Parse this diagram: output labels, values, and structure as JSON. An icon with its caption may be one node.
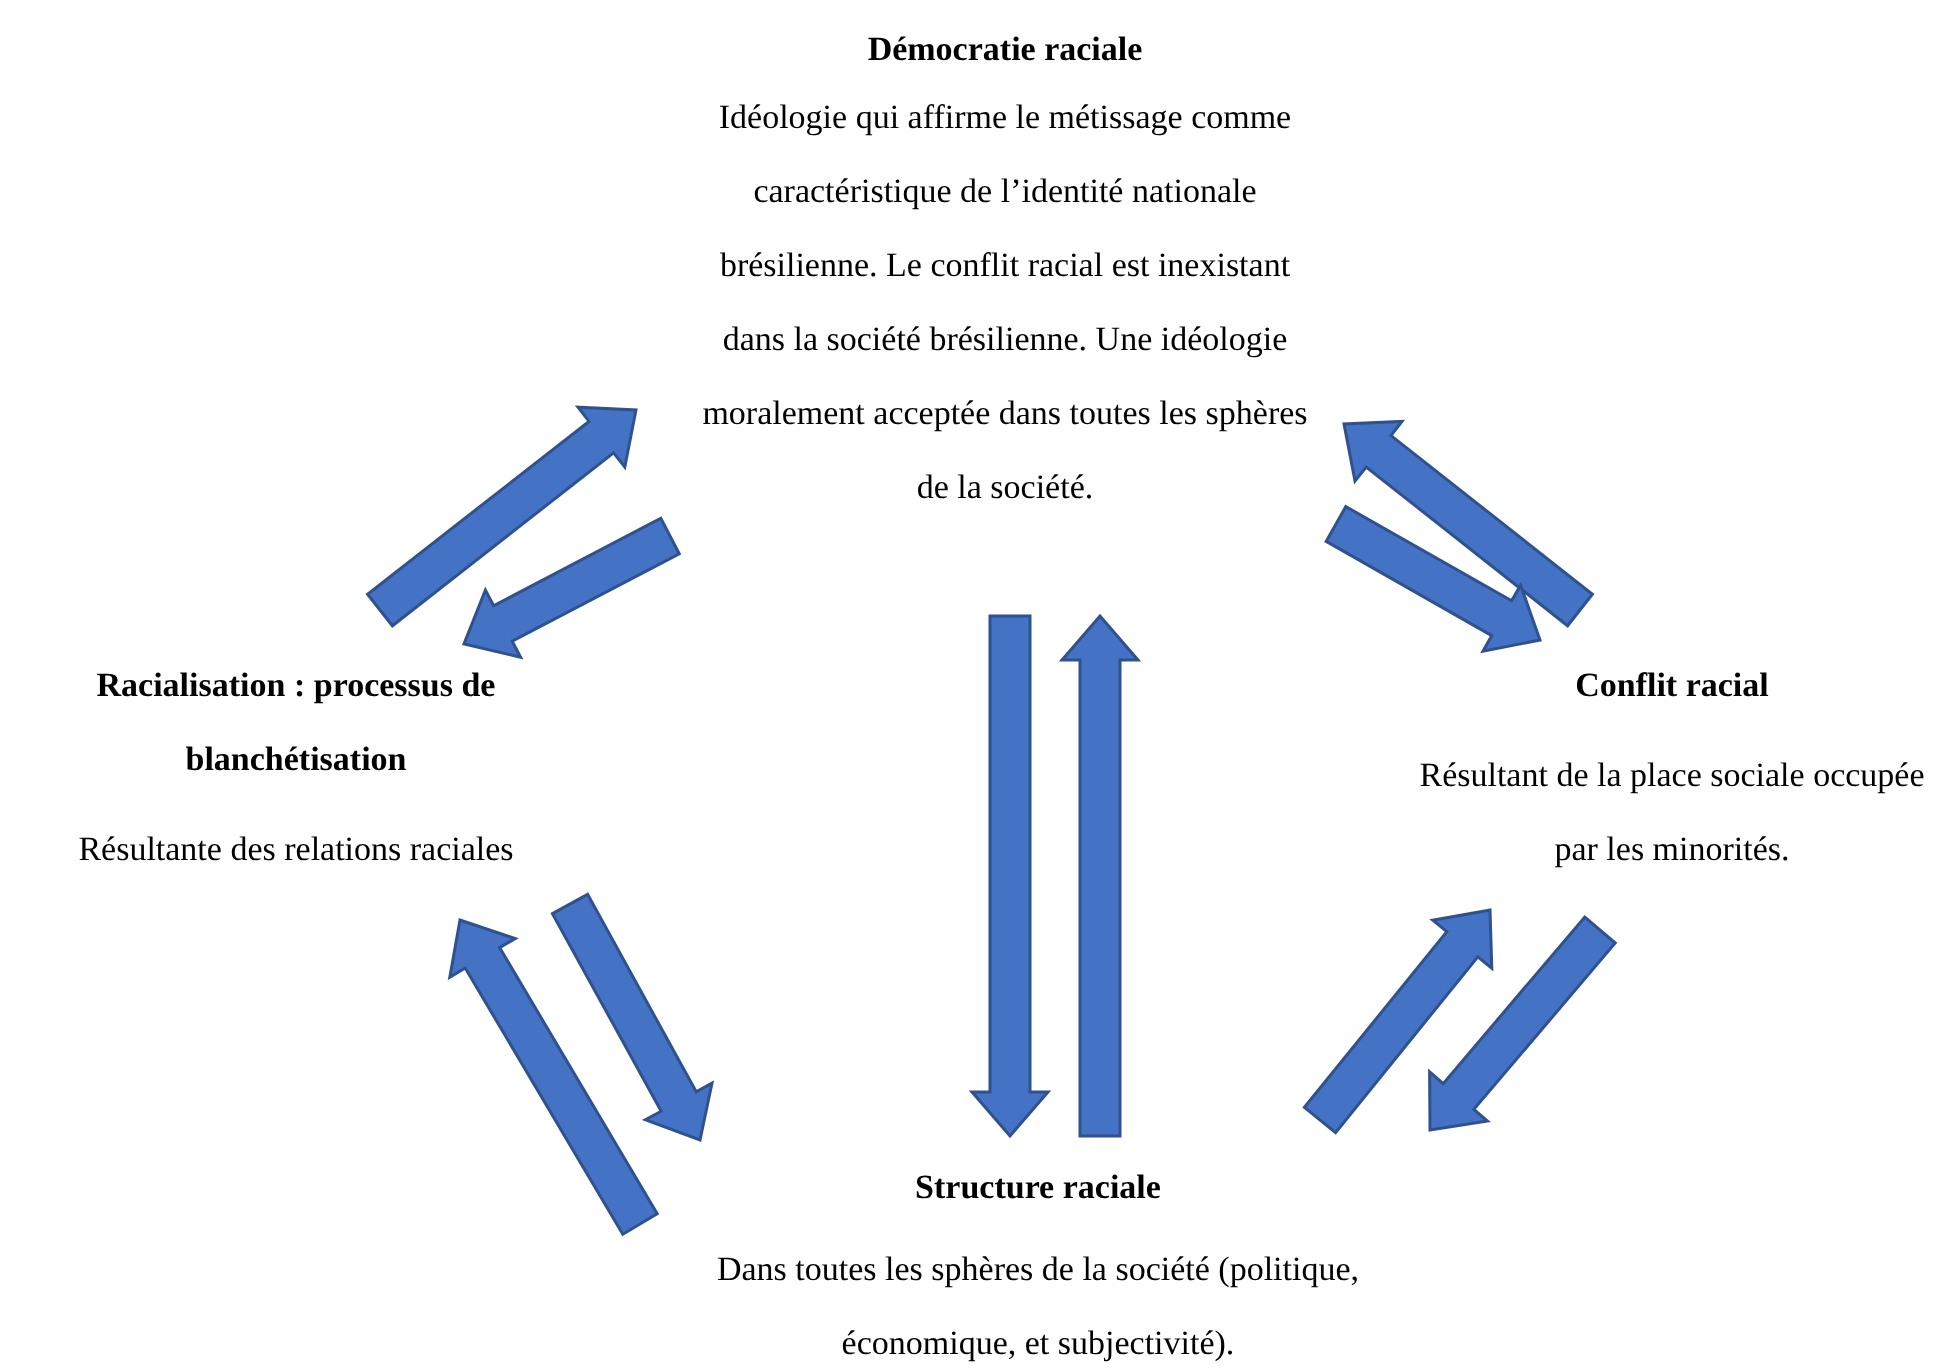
{
  "diagram": {
    "nodes": [
      {
        "text": [
          "Démocratie raciale",
          "Idéologie qui affirme le métissage comme caractéristique de l’identité nationale brésilienne. Le conflit racial est inexistant dans la société brésilienne. Une idéologie moralement acceptée dans toutes les sphères de la société."
        ]
      },
      {
        "text": [
          "Racialisation : processus de blanchétisation",
          "Résultante des relations raciales"
        ]
      },
      {
        "text": [
          "Conflit racial",
          "Résultant de la place sociale occupée par les minorités."
        ]
      },
      {
        "text": [
          "Structure raciale",
          "Dans toutes les sphères de la société (politique, économique, et subjectivité)."
        ]
      }
    ],
    "edges": [
      {
        "from": 1,
        "to": 0,
        "arrow": "to"
      },
      {
        "from": 0,
        "to": 1,
        "arrow": "to"
      },
      {
        "from": 2,
        "to": 0,
        "arrow": "to"
      },
      {
        "from": 0,
        "to": 2,
        "arrow": "to"
      },
      {
        "from": 0,
        "to": 3,
        "arrow": "to"
      },
      {
        "from": 3,
        "to": 0,
        "arrow": "to"
      },
      {
        "from": 1,
        "to": 3,
        "arrow": "to"
      },
      {
        "from": 3,
        "to": 1,
        "arrow": "to"
      },
      {
        "from": 3,
        "to": 2,
        "arrow": "to"
      },
      {
        "from": 2,
        "to": 3,
        "arrow": "to"
      }
    ]
  }
}
